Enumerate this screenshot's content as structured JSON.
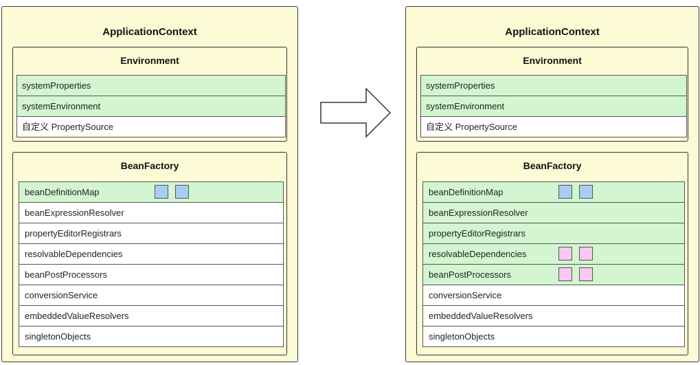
{
  "left": {
    "title": "ApplicationContext",
    "environment": {
      "title": "Environment",
      "rows": [
        {
          "label": "systemProperties",
          "highlight": "green"
        },
        {
          "label": "systemEnvironment",
          "highlight": "green"
        },
        {
          "label": "自定义 PropertySource",
          "highlight": "none"
        }
      ]
    },
    "bean_factory": {
      "title": "BeanFactory",
      "rows": [
        {
          "label": "beanDefinitionMap",
          "highlight": "green",
          "squares": "blue"
        },
        {
          "label": "beanExpressionResolver",
          "highlight": "none"
        },
        {
          "label": "propertyEditorRegistrars",
          "highlight": "none"
        },
        {
          "label": "resolvableDependencies",
          "highlight": "none"
        },
        {
          "label": "beanPostProcessors",
          "highlight": "none"
        },
        {
          "label": "conversionService",
          "highlight": "none"
        },
        {
          "label": "embeddedValueResolvers",
          "highlight": "none"
        },
        {
          "label": "singletonObjects",
          "highlight": "none"
        }
      ]
    }
  },
  "right": {
    "title": "ApplicationContext",
    "environment": {
      "title": "Environment",
      "rows": [
        {
          "label": "systemProperties",
          "highlight": "green"
        },
        {
          "label": "systemEnvironment",
          "highlight": "green"
        },
        {
          "label": "自定义 PropertySource",
          "highlight": "none"
        }
      ]
    },
    "bean_factory": {
      "title": "BeanFactory",
      "rows": [
        {
          "label": "beanDefinitionMap",
          "highlight": "green",
          "squares": "blue"
        },
        {
          "label": "beanExpressionResolver",
          "highlight": "green"
        },
        {
          "label": "propertyEditorRegistrars",
          "highlight": "green"
        },
        {
          "label": "resolvableDependencies",
          "highlight": "green",
          "squares": "pink"
        },
        {
          "label": "beanPostProcessors",
          "highlight": "green",
          "squares": "pink"
        },
        {
          "label": "conversionService",
          "highlight": "none"
        },
        {
          "label": "embeddedValueResolvers",
          "highlight": "none"
        },
        {
          "label": "singletonObjects",
          "highlight": "none"
        }
      ]
    }
  },
  "arrow_icon": "right-arrow-icon",
  "colors": {
    "container_bg": "#fdfbd6",
    "green_highlight": "#d3f5d0",
    "blue_square": "#a8cdf3",
    "pink_square": "#f7c8f2"
  }
}
